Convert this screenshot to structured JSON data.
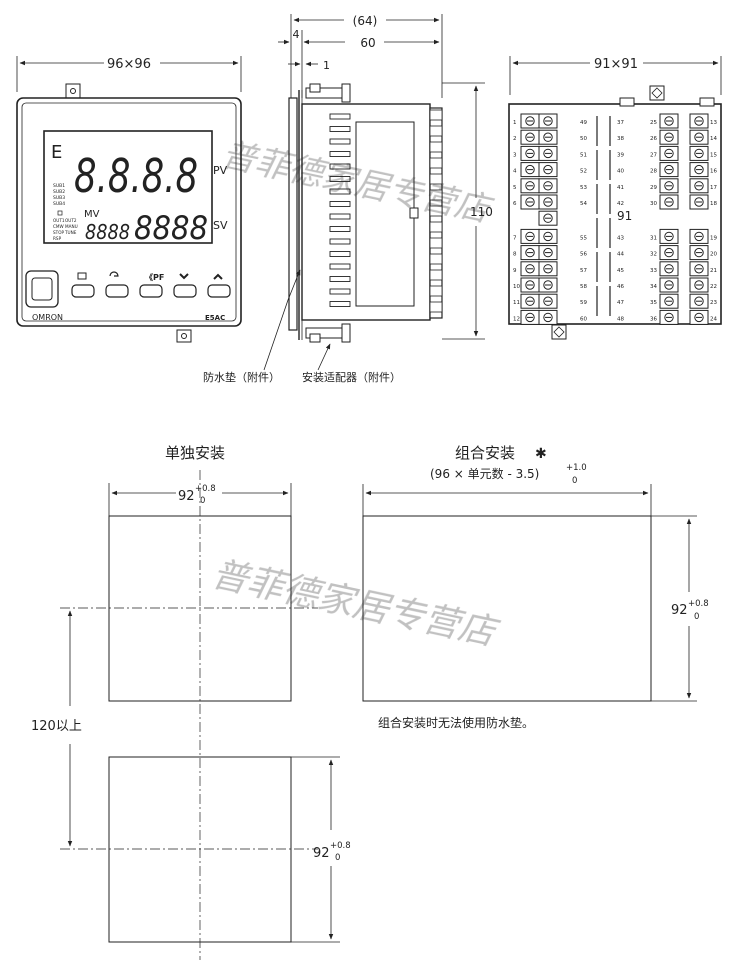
{
  "front_view": {
    "dim_label": "96×96",
    "pv_label": "PV",
    "sv_label": "SV",
    "mv_label": "MV",
    "brand_label": "OMRON",
    "model_label": "E5AC",
    "pv_digits": "8.8.8.8",
    "mv_digits": "8888",
    "sv_digits": "8888",
    "status_indicators": [
      "SUB1",
      "SUB2",
      "SUB3",
      "SUB4"
    ],
    "output_indicators": [
      "OUT1",
      "OUT2",
      "CMW",
      "MANU",
      "STOP",
      "TUNE",
      "RSP"
    ],
    "keys": [
      "level-key",
      "mode-key",
      "pf-key",
      "down-key",
      "up-key"
    ]
  },
  "side_view": {
    "dim_total": "(64)",
    "dim_4": "4",
    "dim_60": "60",
    "dim_1": "1",
    "dim_110": "110",
    "callout_gasket": "防水垫（附件）",
    "callout_adapter": "安装适配器（附件）"
  },
  "rear_view": {
    "dim_label": "91×91",
    "dim_inner": "91",
    "left_terminals": [
      "1",
      "2",
      "3",
      "4",
      "5",
      "6",
      "",
      "7",
      "8",
      "9",
      "10",
      "11",
      "12"
    ],
    "middle_left_terminals": [
      "49",
      "50",
      "51",
      "52",
      "53",
      "54",
      "",
      "55",
      "56",
      "57",
      "58",
      "59",
      "60"
    ],
    "middle_right_terminals": [
      "37",
      "38",
      "39",
      "40",
      "41",
      "42",
      "",
      "43",
      "44",
      "45",
      "46",
      "47",
      "48"
    ],
    "center_right_terminals": [
      "25",
      "26",
      "27",
      "28",
      "29",
      "30",
      "",
      "31",
      "32",
      "33",
      "34",
      "35",
      "36"
    ],
    "right_terminals": [
      "13",
      "14",
      "15",
      "16",
      "17",
      "18",
      "",
      "19",
      "20",
      "21",
      "22",
      "23",
      "24"
    ]
  },
  "single_mount": {
    "title": "单独安装",
    "width_base": "92",
    "tol_plus": "+0.8",
    "tol_zero": "0",
    "height_base": "92",
    "spacing_label": "120以上"
  },
  "group_mount": {
    "title": "组合安装",
    "asterisk": "✱",
    "formula": "(96 × 单元数 - 3.5)",
    "formula_tol_plus": "+1.0",
    "formula_tol_zero": "0",
    "height_base": "92",
    "tol_plus": "+0.8",
    "tol_zero": "0",
    "note": "组合安装时无法使用防水垫。"
  },
  "watermark": "普菲德家居专营店"
}
